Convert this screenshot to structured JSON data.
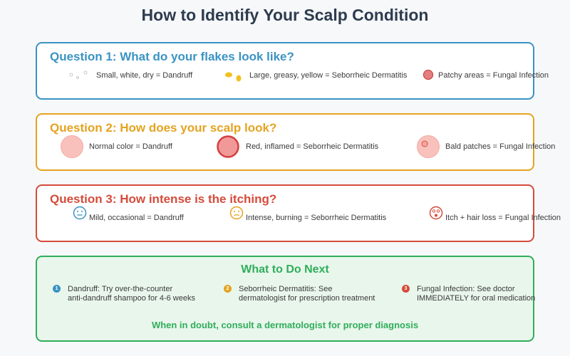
{
  "title": "How to Identify Your Scalp Condition",
  "colors": {
    "q1": "#3a93c3",
    "q2": "#e5a321",
    "q3": "#d54b3b",
    "next": "#2fae5a"
  },
  "questions": [
    {
      "title": "Question 1: What do your flakes look like?",
      "options": [
        {
          "icon": "small-flakes-icon",
          "text": "Small, white, dry = Dandruff"
        },
        {
          "icon": "greasy-flakes-icon",
          "text": "Large, greasy, yellow = Seborrheic Dermatitis"
        },
        {
          "icon": "patchy-area-icon",
          "text": "Patchy areas = Fungal Infection"
        }
      ]
    },
    {
      "title": "Question 2: How does your scalp look?",
      "options": [
        {
          "icon": "normal-scalp-icon",
          "text": "Normal color = Dandruff"
        },
        {
          "icon": "inflamed-scalp-icon",
          "text": "Red, inflamed = Seborrheic Dermatitis"
        },
        {
          "icon": "bald-patch-icon",
          "text": "Bald patches = Fungal Infection"
        }
      ]
    },
    {
      "title": "Question 3: How intense is the itching?",
      "options": [
        {
          "icon": "neutral-face-icon",
          "text": "Mild, occasional = Dandruff"
        },
        {
          "icon": "frown-face-icon",
          "text": "Intense, burning = Seborrheic Dermatitis"
        },
        {
          "icon": "distressed-face-icon",
          "text": "Itch + hair loss = Fungal Infection"
        }
      ]
    }
  ],
  "next": {
    "title": "What to Do Next",
    "steps": [
      {
        "num": "1",
        "line1": "Dandruff: Try over-the-counter",
        "line2": "anti-dandruff shampoo for 4-6 weeks"
      },
      {
        "num": "2",
        "line1": "Seborrheic Dermatitis: See",
        "line2": "dermatologist for prescription treatment"
      },
      {
        "num": "3",
        "line1": "Fungal Infection: See doctor",
        "line2": "IMMEDIATELY for oral medication"
      }
    ],
    "footnote": "When in doubt, consult a dermatologist for proper diagnosis"
  }
}
